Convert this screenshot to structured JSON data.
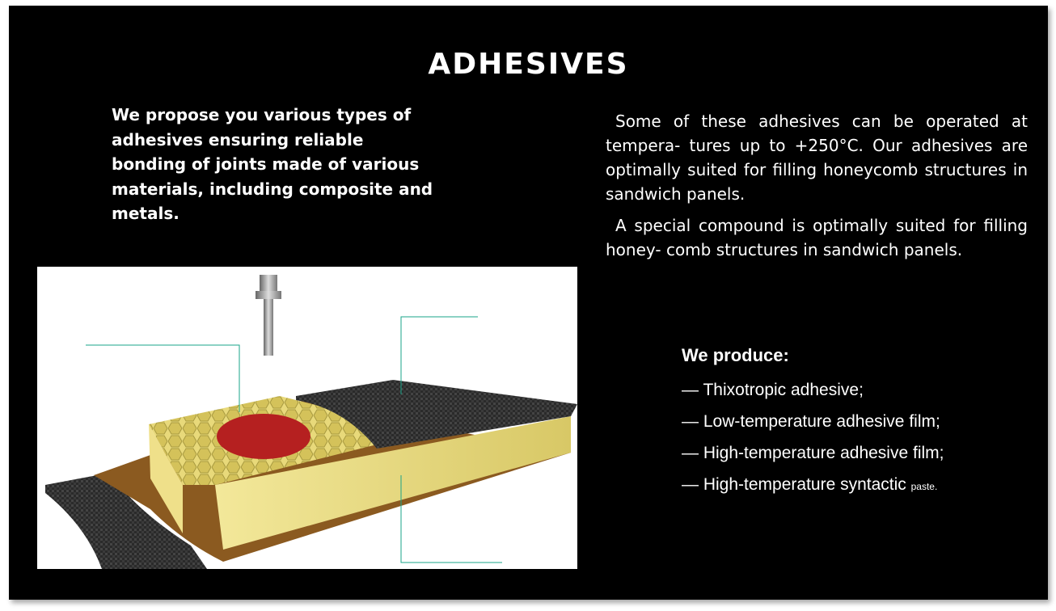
{
  "slide": {
    "title": "ADHESIVES",
    "intro": "We propose you various types of adhesives ensuring reliable bonding of joints made of various materials, including composite and metals.",
    "paragraph_1": "Some of these adhesives can be operated at tempera- tures up to +250°C. Our adhesives are optimally suited for filling honeycomb structures in sandwich panels.",
    "paragraph_2": "A special compound is optimally suited for filling honey- comb structures in sandwich panels.",
    "produce": {
      "heading": "We produce:",
      "items": [
        {
          "dash": "—",
          "text": "Thixotropic adhesive;"
        },
        {
          "dash": "—",
          "text": "Low-temperature adhesive film;"
        },
        {
          "dash": "—",
          "text": "High-temperature adhesive film;"
        },
        {
          "dash": "—",
          "text": "High-temperature syntactic",
          "small": "paste."
        }
      ]
    }
  }
}
